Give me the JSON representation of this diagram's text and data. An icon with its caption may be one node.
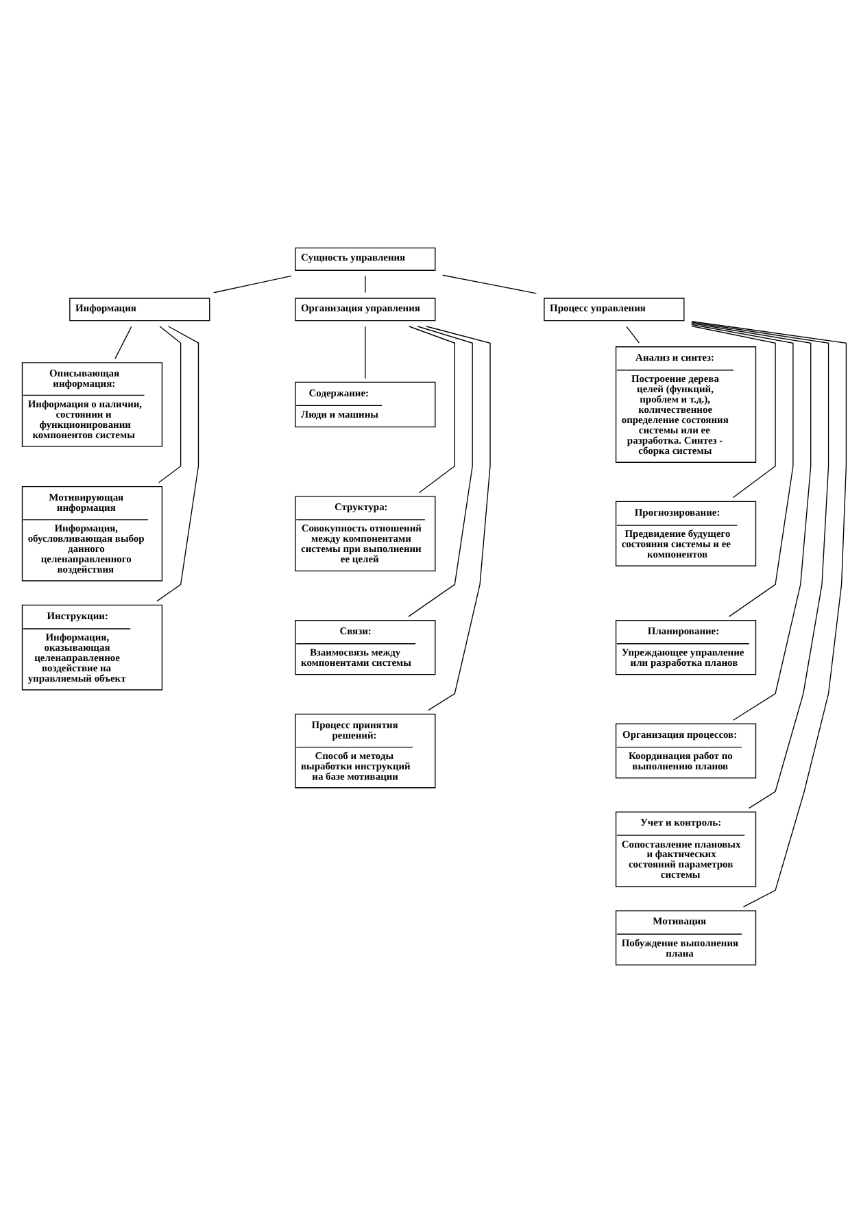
{
  "diagram": {
    "nodes": [
      {
        "text": [
          "Сущность управления"
        ]
      },
      {
        "text": [
          "Информация"
        ]
      },
      {
        "text": [
          "Организация управления"
        ]
      },
      {
        "text": [
          "Процесс управления"
        ]
      },
      {
        "text": [
          "Описывающая информация:",
          "Информация о наличии, состоянии и функционировании компонентов системы"
        ]
      },
      {
        "text": [
          "Мотивирующая информация",
          "Информация, обусловливающая выбор данного целенаправленного воздействия"
        ]
      },
      {
        "text": [
          "Инструкции:",
          "Информация, оказывающая целенаправленное воздействие на управляемый объект"
        ]
      },
      {
        "text": [
          "Содержание:",
          "Люди и машины"
        ]
      },
      {
        "text": [
          "Структура:",
          "Совокупность отношений между компонентами системы при выполнении ее целей"
        ]
      },
      {
        "text": [
          "Связи:",
          "Взаимосвязь между компонентами системы"
        ]
      },
      {
        "text": [
          "Процесс принятия решений:",
          "Способ и методы выработки инструкций на базе мотивации"
        ]
      },
      {
        "text": [
          "Анализ и синтез:",
          "Построение дерева целей (функций, проблем и т.д.), количественное определение состояния системы или ее разработка. Синтез - сборка системы"
        ]
      },
      {
        "text": [
          "Прогнозирование:",
          "Предвидение будущего состояния системы и ее компонентов"
        ]
      },
      {
        "text": [
          "Планирование:",
          "Упреждающее управление или разработка планов"
        ]
      },
      {
        "text": [
          "Организация процессов:",
          "Координация работ по выполнению планов"
        ]
      },
      {
        "text": [
          "Учет и контроль:",
          "Сопоставление плановых и фактических состояний параметров системы"
        ]
      },
      {
        "text": [
          "Мотивация",
          "Побуждение выполнения плана"
        ]
      }
    ],
    "edges": [
      {
        "from": 0,
        "to": 1,
        "arrow": "none"
      },
      {
        "from": 0,
        "to": 2,
        "arrow": "none"
      },
      {
        "from": 0,
        "to": 3,
        "arrow": "none"
      },
      {
        "from": 1,
        "to": 4,
        "arrow": "none"
      },
      {
        "from": 1,
        "to": 5,
        "arrow": "none"
      },
      {
        "from": 1,
        "to": 6,
        "arrow": "none"
      },
      {
        "from": 2,
        "to": 7,
        "arrow": "none"
      },
      {
        "from": 2,
        "to": 8,
        "arrow": "none"
      },
      {
        "from": 2,
        "to": 9,
        "arrow": "none"
      },
      {
        "from": 2,
        "to": 10,
        "arrow": "none"
      },
      {
        "from": 3,
        "to": 11,
        "arrow": "none"
      },
      {
        "from": 3,
        "to": 12,
        "arrow": "none"
      },
      {
        "from": 3,
        "to": 13,
        "arrow": "none"
      },
      {
        "from": 3,
        "to": 14,
        "arrow": "none"
      },
      {
        "from": 3,
        "to": 15,
        "arrow": "none"
      },
      {
        "from": 3,
        "to": 16,
        "arrow": "none"
      }
    ]
  }
}
